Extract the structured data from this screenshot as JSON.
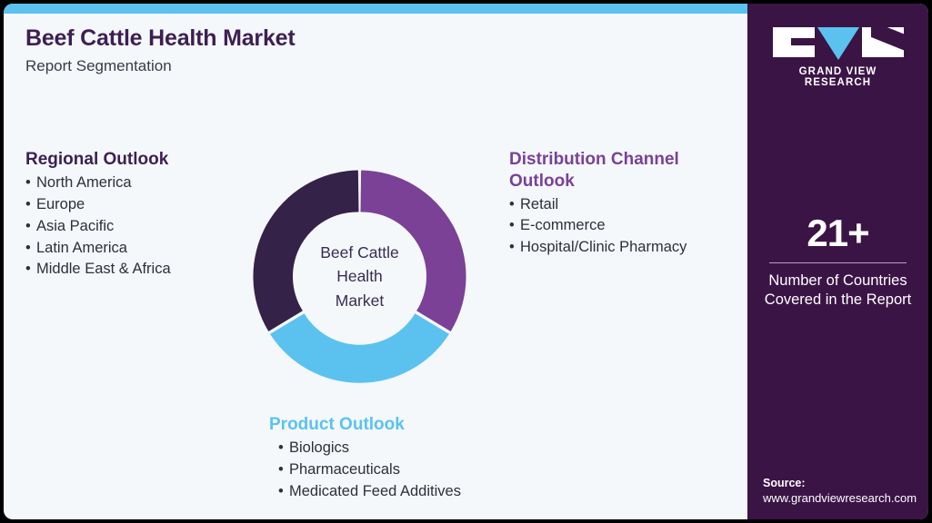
{
  "header": {
    "title": "Beef Cattle Health Market",
    "subtitle": "Report Segmentation"
  },
  "colors": {
    "dark_purple": "#3b1446",
    "mid_purple": "#7a4197",
    "light_blue": "#5bc2ef",
    "donut_dark": "#342248",
    "background": "#f4f8fb"
  },
  "donut": {
    "center_line1": "Beef Cattle",
    "center_line2": "Health",
    "center_line3": "Market"
  },
  "regional_outlook": {
    "heading": "Regional Outlook",
    "items": [
      "North America",
      "Europe",
      "Asia Pacific",
      "Latin America",
      "Middle East & Africa"
    ]
  },
  "distribution_outlook": {
    "heading": "Distribution Channel Outlook",
    "items": [
      "Retail",
      "E-commerce",
      "Hospital/Clinic Pharmacy"
    ]
  },
  "product_outlook": {
    "heading": "Product Outlook",
    "items": [
      "Biologics",
      "Pharmaceuticals",
      "Medicated Feed Additives"
    ]
  },
  "side_panel": {
    "logo_text": "GRAND VIEW RESEARCH",
    "stat_value": "21+",
    "stat_label_line1": "Number of Countries",
    "stat_label_line2": "Covered in the Report",
    "source_title": "Source:",
    "source_url": "www.grandviewresearch.com"
  },
  "chart_data": {
    "type": "pie",
    "title": "Beef Cattle Health Market",
    "categories": [
      "Regional Outlook",
      "Distribution Channel Outlook",
      "Product Outlook"
    ],
    "values": [
      33.3,
      33.3,
      33.3
    ],
    "colors": [
      "#342248",
      "#7a4197",
      "#5bc2ef"
    ],
    "donut": true,
    "legend": "none"
  }
}
